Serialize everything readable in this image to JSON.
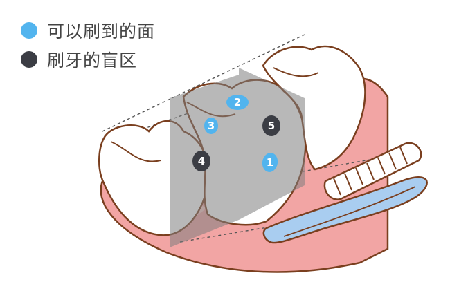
{
  "legend": [
    {
      "label": "可以刷到的面",
      "color": "#52b4ee"
    },
    {
      "label": "刷牙的盲区",
      "color": "#3b3d44"
    }
  ],
  "markers": [
    {
      "label": "1",
      "type": "brushable"
    },
    {
      "label": "2",
      "type": "brushable"
    },
    {
      "label": "3",
      "type": "brushable"
    },
    {
      "label": "4",
      "type": "blind"
    },
    {
      "label": "5",
      "type": "blind"
    }
  ],
  "colors": {
    "gum": "#f2a5a4",
    "gum_light": "#f9c9c6",
    "plane": "#7d7d7d",
    "outline": "#7a3f1f",
    "brush_handle": "#a9cdf0",
    "brush_head": "#ffffff"
  }
}
